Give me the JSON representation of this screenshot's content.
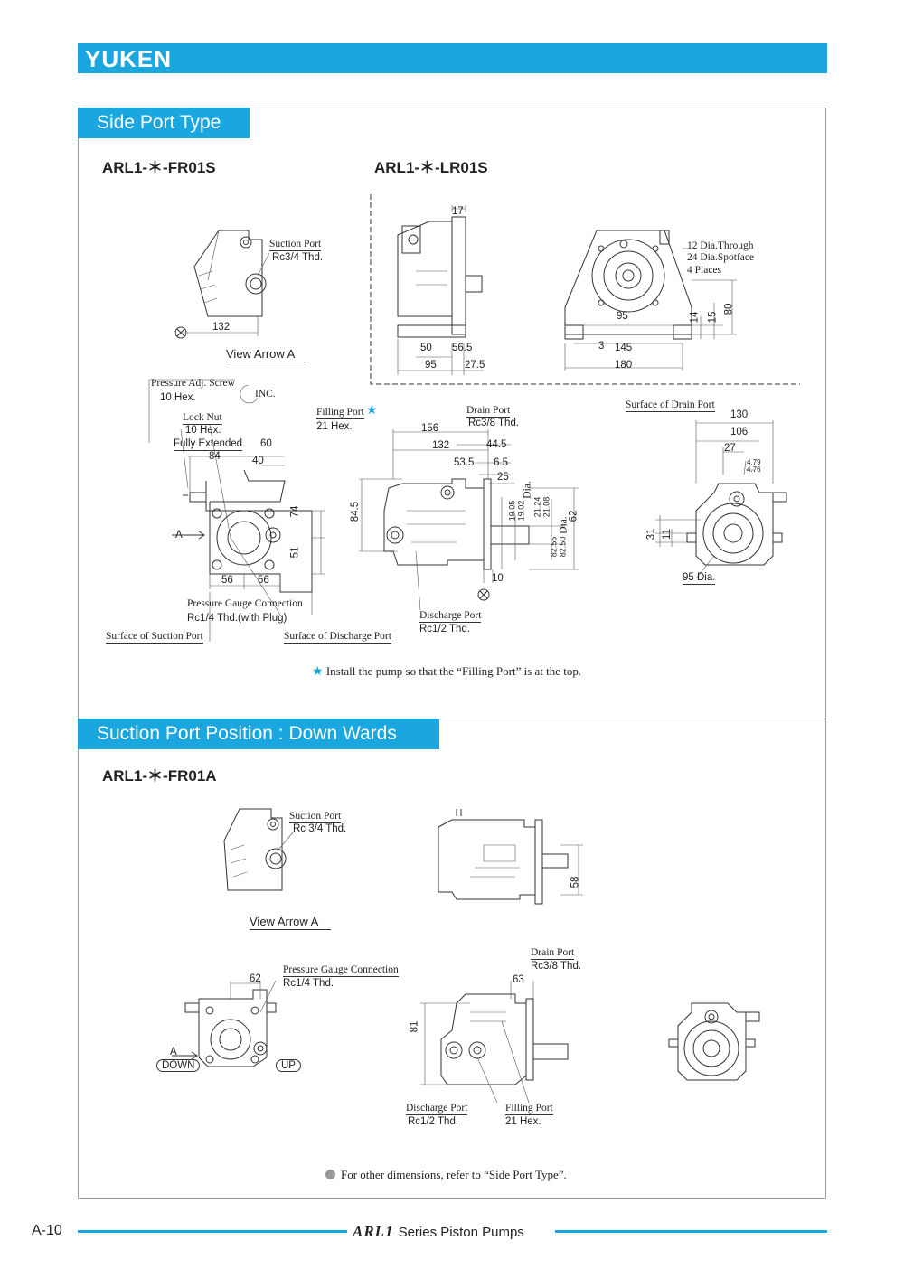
{
  "header": {
    "brand": "YUKEN"
  },
  "section1": {
    "title": "Side Port Type",
    "model_left": "ARL1-＊-FR01S",
    "model_right": "ARL1-＊-LR01S",
    "labels": {
      "suction_port": "Suction Port",
      "suction_thd": "Rc3/4 Thd.",
      "view_arrow": "View Arrow A",
      "pressure_adj": "Pressure Adj. Screw",
      "hex10a": "10 Hex.",
      "inc": "INC.",
      "lock_nut": "Lock Nut",
      "hex10b": "10 Hex.",
      "fully_extended": "Fully Extended",
      "filling_port": "Filling Port",
      "hex21": "21 Hex.",
      "drain_port": "Drain Port",
      "drain_thd": "Rc3/8 Thd.",
      "dia_through": "12 Dia.Through",
      "spotface": "24 Dia.Spotface",
      "places": "4 Places",
      "surface_drain": "Surface of Drain Port",
      "gauge_conn": "Pressure Gauge Connection",
      "gauge_thd": "Rc1/4 Thd.(with Plug)",
      "surface_suction": "Surface of Suction Port",
      "surface_discharge": "Surface of Discharge Port",
      "discharge_port": "Discharge Port",
      "discharge_thd": "Rc1/2 Thd.",
      "dia": "Dia.",
      "dia_95": "95 Dia.",
      "arrow_a": "A"
    },
    "dims": {
      "d132a": "132",
      "d17": "17",
      "d95a": "95",
      "d14": "14",
      "d15": "15",
      "d80": "80",
      "d50": "50",
      "d56_5": "56.5",
      "d3": "3",
      "d145": "145",
      "d95b": "95",
      "d27_5": "27.5",
      "d180": "180",
      "d60": "60",
      "d84a": "84",
      "d40": "40",
      "d74": "74",
      "d51": "51",
      "d56a": "56",
      "d56b": "56",
      "d156": "156",
      "d132b": "132",
      "d44_5": "44.5",
      "d53_5": "53.5",
      "d6_5": "6.5",
      "d25": "25",
      "d84_5": "84.5",
      "d19_05": "19.05",
      "d19_02": "19.02",
      "d21_24": "21.24",
      "d21_08": "21.08",
      "d82_55": "82.55",
      "d82_50": "82.50",
      "d62": "62",
      "d10": "10",
      "d130": "130",
      "d106": "106",
      "d27": "27",
      "d4_79": "4.79",
      "d4_76": "4.76",
      "d31": "31",
      "d11": "11"
    },
    "note": "Install the pump so that the “Filling Port” is at the top."
  },
  "section2": {
    "title": "Suction Port Position : Down Wards",
    "model": "ARL1-＊-FR01A",
    "labels": {
      "suction_port": "Suction Port",
      "suction_thd": "Rc 3/4 Thd.",
      "view_arrow": "View Arrow A",
      "gauge_conn": "Pressure Gauge Connection",
      "gauge_thd": "Rc1/4 Thd.",
      "drain_port": "Drain Port",
      "drain_thd": "Rc3/8 Thd.",
      "discharge_port": "Discharge Port",
      "discharge_thd": "Rc1/2 Thd.",
      "filling_port": "Filling Port",
      "hex21": "21 Hex.",
      "down": "DOWN",
      "up": "UP",
      "arrow_a": "A"
    },
    "dims": {
      "d58": "58",
      "d62": "62",
      "d63": "63",
      "d81": "81"
    },
    "note": "For other dimensions, refer to “Side Port Type”."
  },
  "footer": {
    "page": "A-10",
    "series_logo": "ARL1",
    "series_text": "Series Piston Pumps"
  },
  "colors": {
    "accent": "#1aa7e0"
  }
}
